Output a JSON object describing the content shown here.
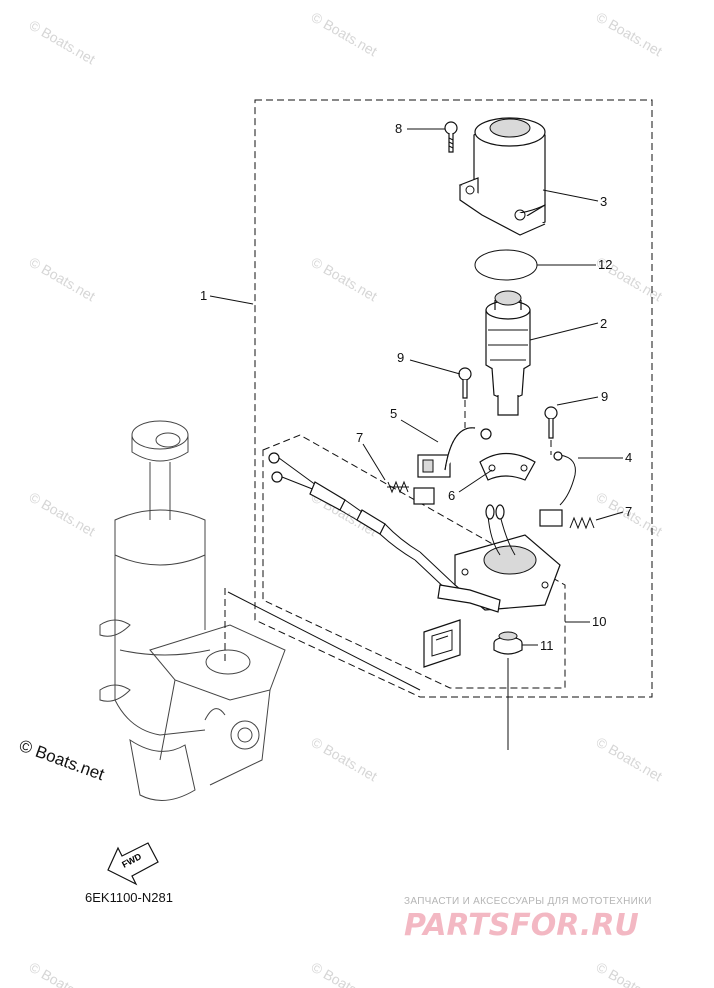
{
  "watermark": {
    "text": "© Boats.net"
  },
  "copyright": {
    "text": "© Boats.net"
  },
  "diagram_code": "6EK1100-N281",
  "fwd_label": "FWD",
  "callouts": [
    {
      "id": "1",
      "label": "1"
    },
    {
      "id": "2",
      "label": "2"
    },
    {
      "id": "3",
      "label": "3"
    },
    {
      "id": "4",
      "label": "4"
    },
    {
      "id": "5",
      "label": "5"
    },
    {
      "id": "6",
      "label": "6"
    },
    {
      "id": "7a",
      "label": "7"
    },
    {
      "id": "7b",
      "label": "7"
    },
    {
      "id": "8",
      "label": "8"
    },
    {
      "id": "9a",
      "label": "9"
    },
    {
      "id": "9b",
      "label": "9"
    },
    {
      "id": "10",
      "label": "10"
    },
    {
      "id": "11",
      "label": "11"
    },
    {
      "id": "12",
      "label": "12"
    }
  ],
  "promo": {
    "tagline": "ЗАПЧАСТИ И АКСЕССУАРЫ ДЛЯ МОТОТЕХНИКИ",
    "logo": "PARTSFOR.RU"
  },
  "colors": {
    "line": "#111111",
    "watermark": "#d6d6d6",
    "logo": "#f3b8c3"
  }
}
